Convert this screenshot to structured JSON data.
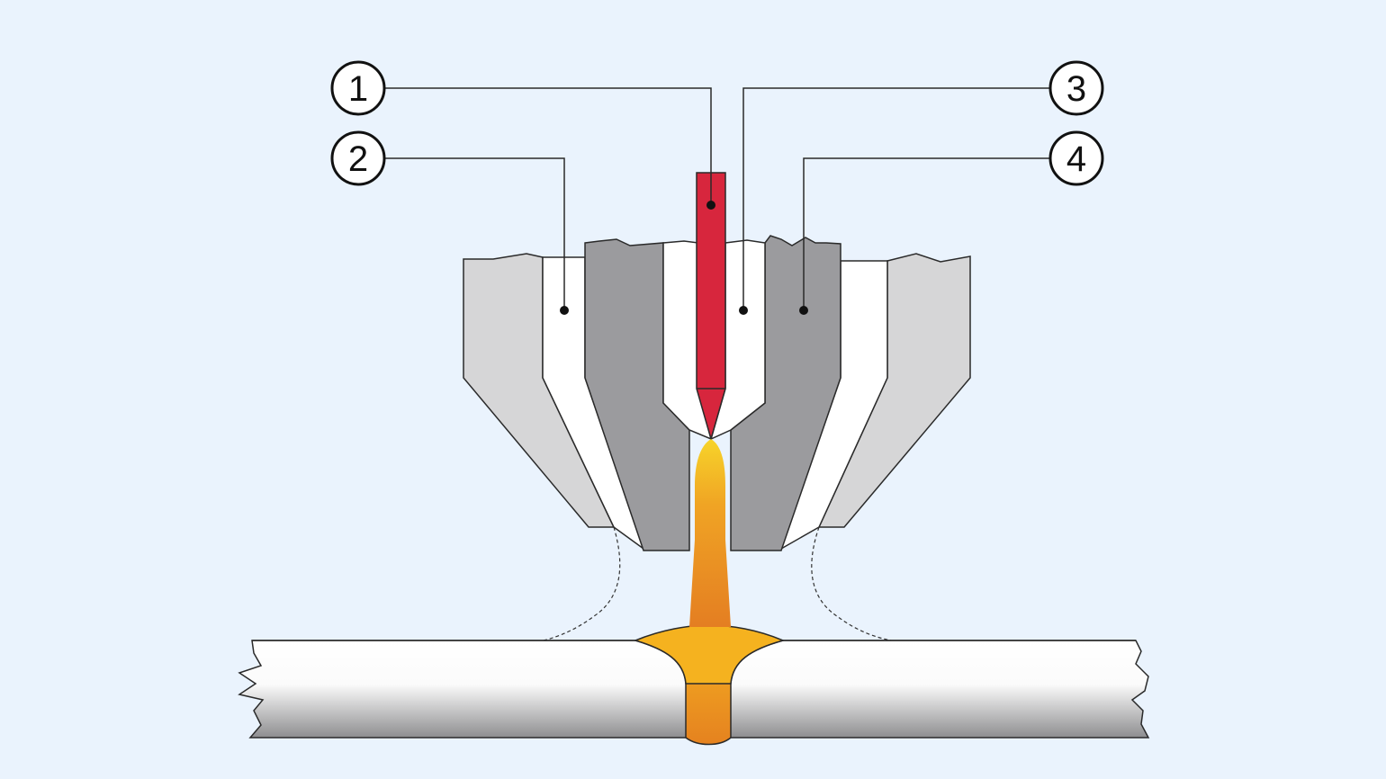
{
  "diagram": {
    "callouts": [
      {
        "id": "1",
        "label": "1",
        "target": "electrode"
      },
      {
        "id": "2",
        "label": "2",
        "target": "outer-gas-channel"
      },
      {
        "id": "3",
        "label": "3",
        "target": "inner-gas-channel"
      },
      {
        "id": "4",
        "label": "4",
        "target": "constricting-nozzle"
      }
    ]
  },
  "colors": {
    "background": "#eaf3fd",
    "outer_nozzle": "#d6d6d7",
    "inner_nozzle": "#9b9b9e",
    "gas_channel": "#ffffff",
    "electrode": "#d7263d",
    "arc_top": "#f7c928",
    "arc_bottom": "#e88924",
    "weld_pool": "#f5b21f",
    "outline": "#2a2a2a"
  }
}
